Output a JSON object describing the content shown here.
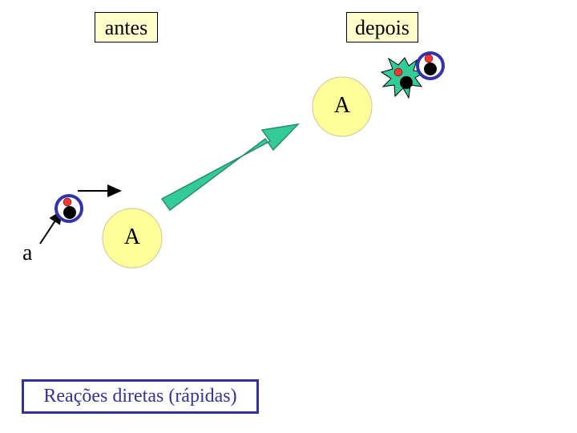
{
  "labels": {
    "before": "antes",
    "after": "depois",
    "nucleus_before": "A",
    "nucleus_after": "A",
    "projectile": "a",
    "caption": "Reações diretas (rápidas)"
  },
  "colors": {
    "label_box_fill": "#ffffcc",
    "nucleus_fill": "#ffff99",
    "nucleus_stroke": "#c8c8a0",
    "arrow_fill": "#33cc99",
    "arrow_stroke": "#2a8a6a",
    "ring_stroke": "#3333aa",
    "proton_red": "#ff3333",
    "neutron_black": "#000000",
    "burst_fill": "#33cc99",
    "caption_border": "#333399",
    "caption_text": "#333399"
  },
  "icons": {
    "projectile_before": "particle-ring-icon",
    "projectile_after": "particle-ring-icon",
    "ejected_fragment": "burst-star-icon"
  }
}
